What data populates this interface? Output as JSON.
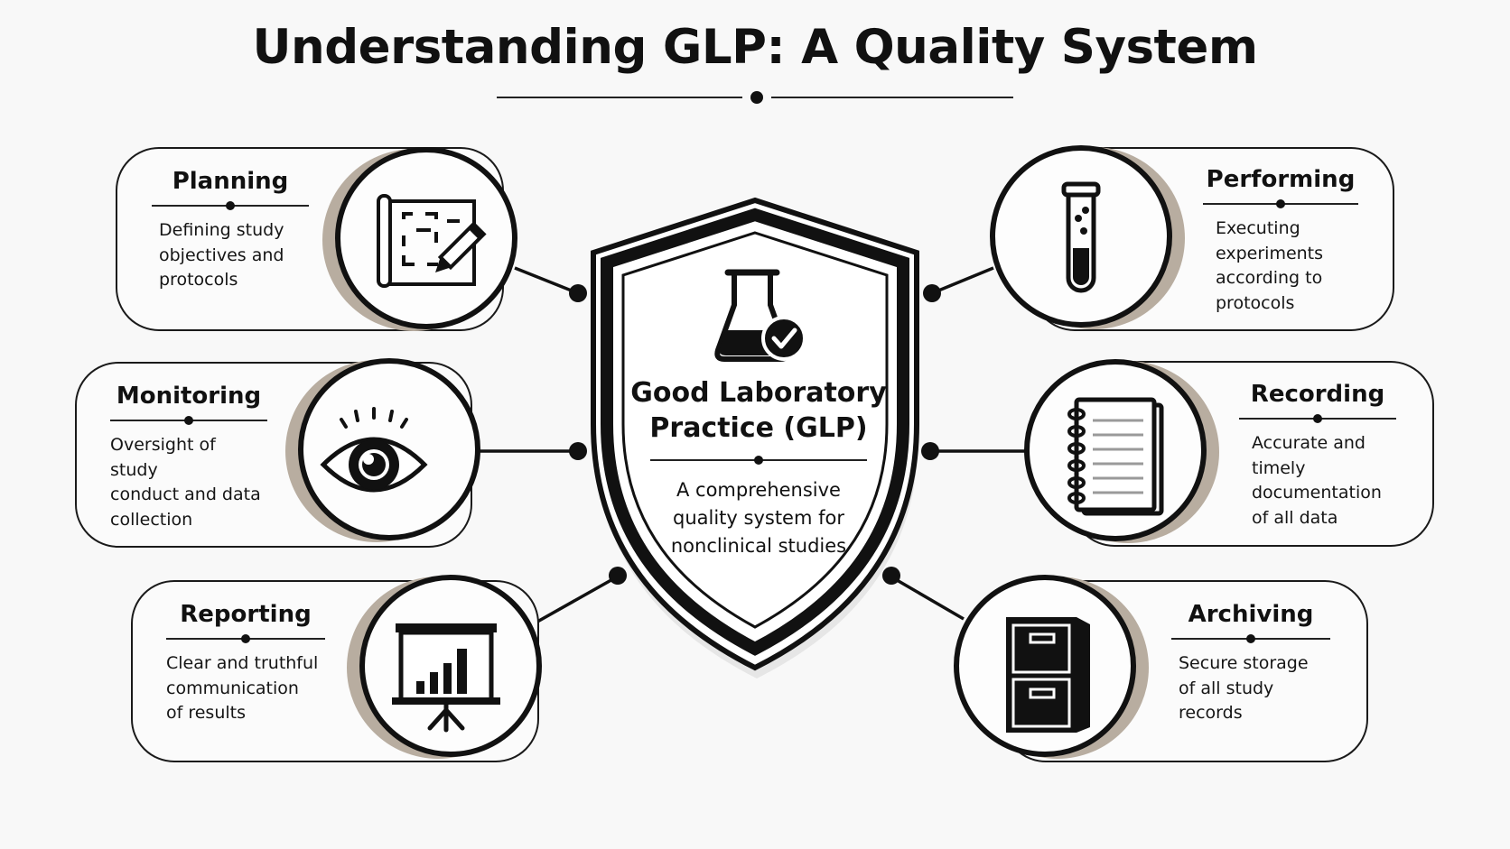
{
  "title": "Understanding GLP: A Quality System",
  "center": {
    "title": "Good Laboratory\nPractice (GLP)",
    "description": "A comprehensive\nquality system for\nnonclinical studies",
    "icon": "flask-check-icon"
  },
  "stages": {
    "planning": {
      "title": "Planning",
      "description": "Defining study\nobjectives and\nprotocols",
      "icon": "blueprint-pencil-icon"
    },
    "performing": {
      "title": "Performing",
      "description": "Executing\nexperiments\naccording to\nprotocols",
      "icon": "test-tube-icon"
    },
    "monitoring": {
      "title": "Monitoring",
      "description": "Oversight of study\nconduct and data\ncollection",
      "icon": "eye-icon"
    },
    "recording": {
      "title": "Recording",
      "description": "Accurate and\ntimely\ndocumentation\nof all data",
      "icon": "notebook-icon"
    },
    "reporting": {
      "title": "Reporting",
      "description": "Clear and truthful\ncommunication\nof results",
      "icon": "presentation-chart-icon"
    },
    "archiving": {
      "title": "Archiving",
      "description": "Secure storage\nof all study\nrecords",
      "icon": "filing-cabinet-icon"
    }
  },
  "colors": {
    "ink": "#111111",
    "accent_shadow": "#b8ada0",
    "background": "#f8f8f8"
  }
}
